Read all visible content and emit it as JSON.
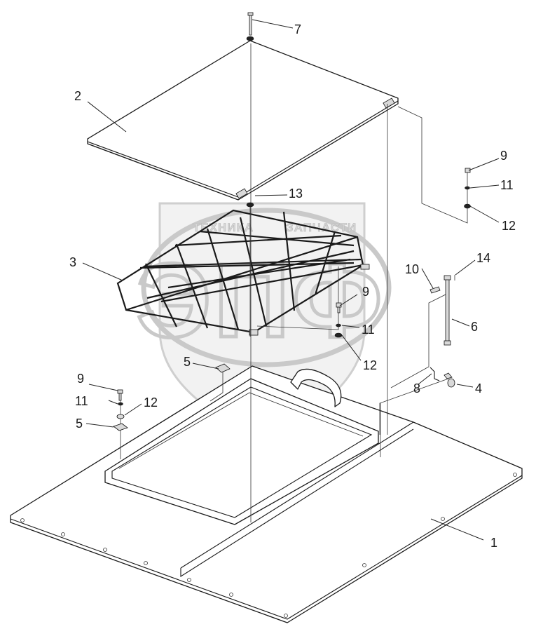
{
  "watermark": {
    "brand_top_left": "ТЕХНИКА",
    "brand_top_right": "ЗАПЧАСТИ",
    "brand_big": "ЭПФ"
  },
  "callouts": [
    {
      "label": "1"
    },
    {
      "label": "2"
    },
    {
      "label": "3"
    },
    {
      "label": "4"
    },
    {
      "label": "5"
    },
    {
      "label": "5"
    },
    {
      "label": "6"
    },
    {
      "label": "7"
    },
    {
      "label": "8"
    },
    {
      "label": "9"
    },
    {
      "label": "9"
    },
    {
      "label": "9"
    },
    {
      "label": "10"
    },
    {
      "label": "11"
    },
    {
      "label": "11"
    },
    {
      "label": "11"
    },
    {
      "label": "12"
    },
    {
      "label": "12"
    },
    {
      "label": "12"
    },
    {
      "label": "13"
    },
    {
      "label": "14"
    }
  ]
}
